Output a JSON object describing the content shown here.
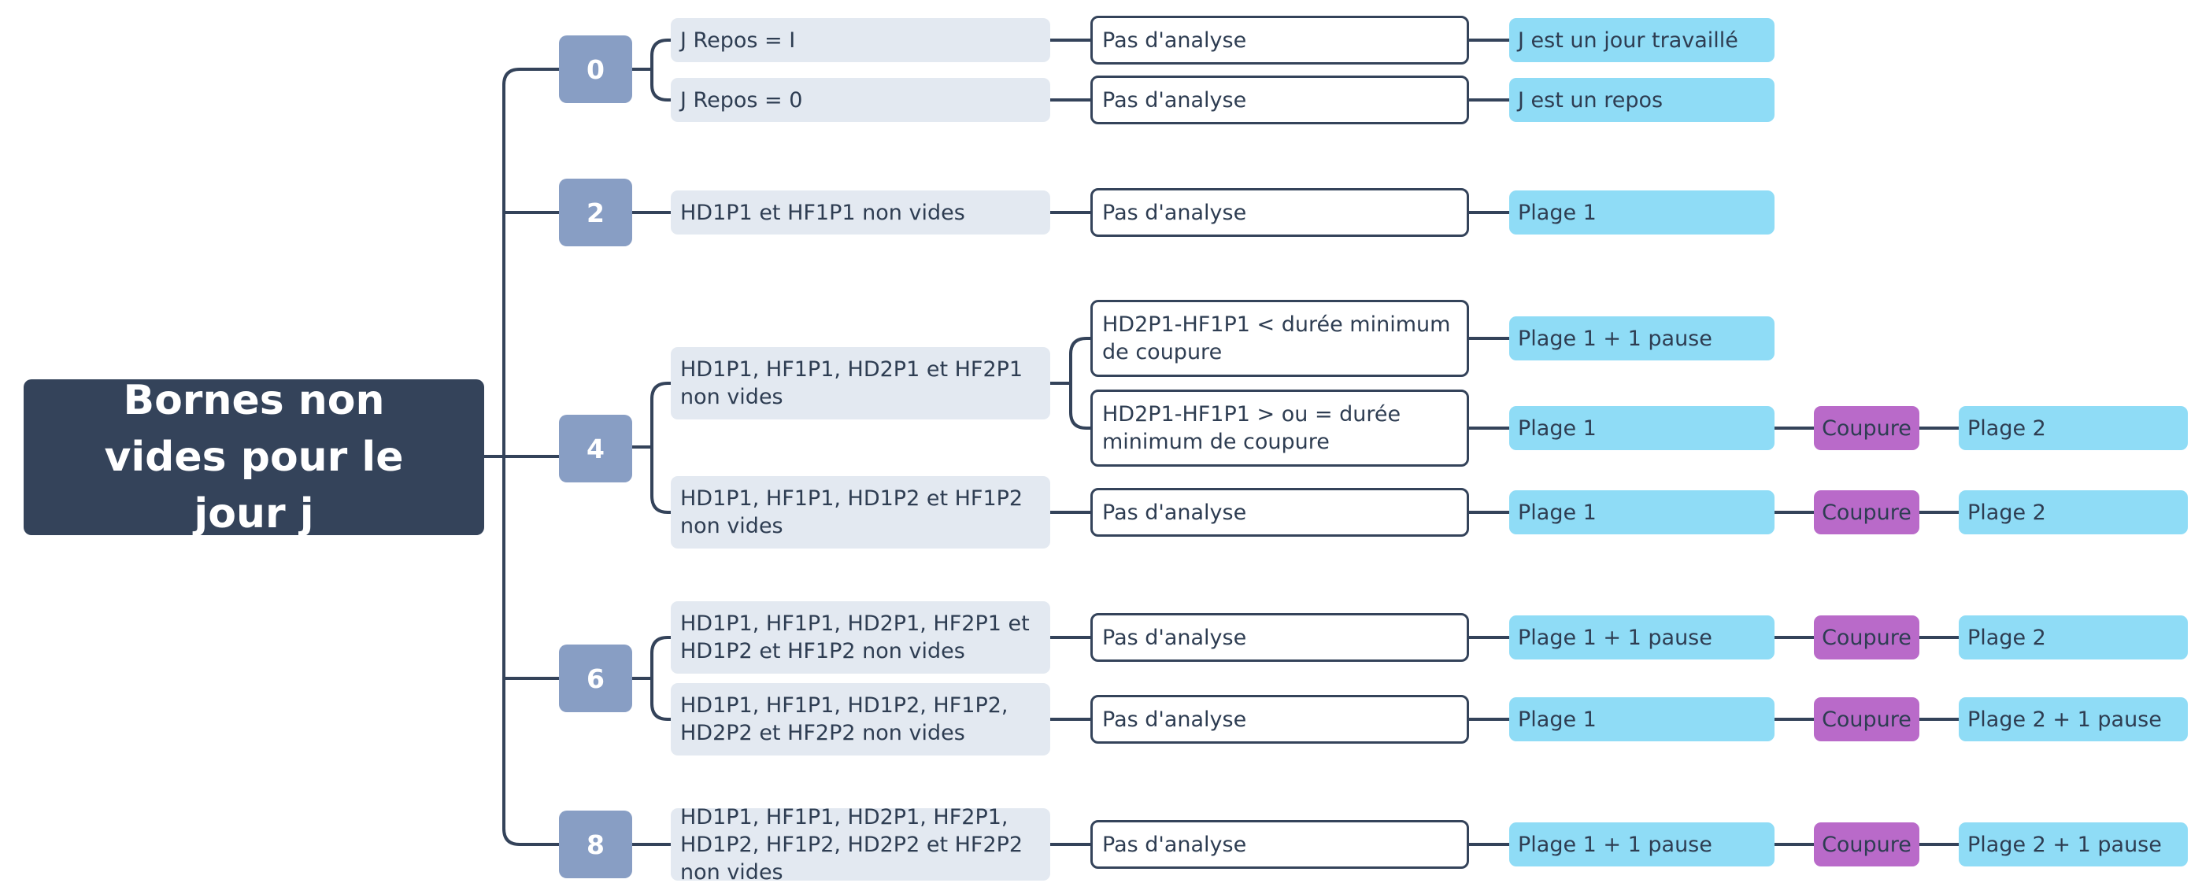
{
  "root": {
    "title": "Bornes non vides pour le jour j"
  },
  "branches": [
    {
      "number": "0",
      "rows": [
        {
          "condition": "J Repos = I",
          "analysis": "Pas d'analyse",
          "result": [
            "J est un jour travaillé"
          ]
        },
        {
          "condition": "J Repos = 0",
          "analysis": "Pas d'analyse",
          "result": [
            "J est un repos"
          ]
        }
      ]
    },
    {
      "number": "2",
      "rows": [
        {
          "condition": "HD1P1 et HF1P1 non vides",
          "analysis": "Pas d'analyse",
          "result": [
            "Plage 1"
          ]
        }
      ]
    },
    {
      "number": "4",
      "rows": [
        {
          "condition": "HD1P1, HF1P1, HD2P1 et HF2P1 non vides",
          "sub": [
            {
              "analysis": "HD2P1-HF1P1 < durée minimum de coupure",
              "result": [
                "Plage 1 + 1 pause"
              ]
            },
            {
              "analysis": "HD2P1-HF1P1 > ou =  durée minimum de coupure",
              "result": [
                "Plage 1",
                "Coupure",
                "Plage 2"
              ]
            }
          ]
        },
        {
          "condition": "HD1P1, HF1P1, HD1P2 et HF1P2 non vides",
          "analysis": "Pas d'analyse",
          "result": [
            "Plage 1",
            "Coupure",
            "Plage 2"
          ]
        }
      ]
    },
    {
      "number": "6",
      "rows": [
        {
          "condition": "HD1P1, HF1P1, HD2P1, HF2P1 et HD1P2 et HF1P2 non vides",
          "analysis": "Pas d'analyse",
          "result": [
            "Plage 1 + 1 pause",
            "Coupure",
            "Plage 2"
          ]
        },
        {
          "condition": "HD1P1, HF1P1, HD1P2, HF1P2, HD2P2 et HF2P2 non vides",
          "analysis": "Pas d'analyse",
          "result": [
            "Plage 1",
            "Coupure",
            "Plage 2 + 1 pause"
          ]
        }
      ]
    },
    {
      "number": "8",
      "rows": [
        {
          "condition": "HD1P1, HF1P1, HD2P1, HF2P1, HD1P2, HF1P2, HD2P2 et HF2P2 non vides",
          "analysis": "Pas d'analyse",
          "result": [
            "Plage 1 + 1 pause",
            "Coupure",
            "Plage 2 + 1 pause"
          ]
        }
      ]
    }
  ],
  "colors": {
    "root": "#34435a",
    "number": "#889ec4",
    "condition": "#e3e9f1",
    "result": "#8fdcf6",
    "cut": "#b96ac9",
    "line": "#34435a"
  }
}
